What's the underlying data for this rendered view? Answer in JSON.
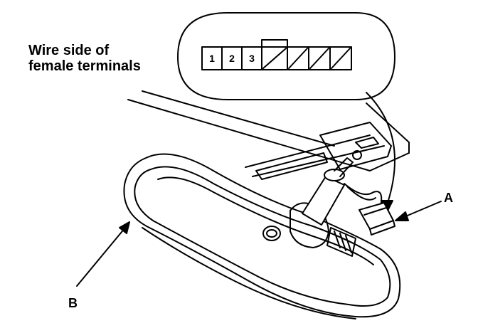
{
  "caption": {
    "line1": "Wire side of",
    "line2": "female terminals"
  },
  "connector": {
    "pins": [
      "1",
      "2",
      "3"
    ],
    "empty_cavities": 4
  },
  "callouts": {
    "a": "A",
    "b": "B"
  },
  "colors": {
    "ink": "#000000",
    "paper": "#ffffff"
  }
}
